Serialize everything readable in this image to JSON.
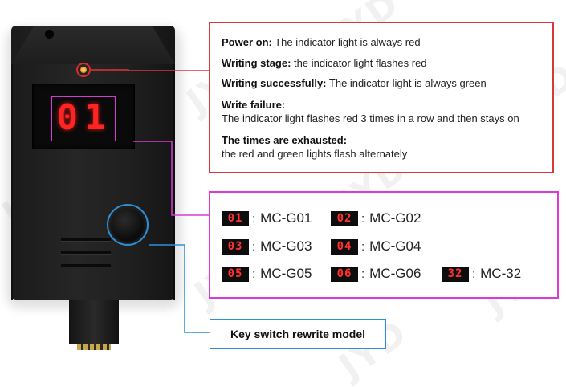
{
  "watermark": "JYD",
  "device": {
    "display_digits": "01"
  },
  "info_panel": {
    "lines": [
      {
        "label": "Power on:",
        "text": " The indicator light is always red"
      },
      {
        "label": "Writing stage:",
        "text": " the indicator light flashes red"
      },
      {
        "label": "Writing successfully:",
        "text": " The indicator light is always green"
      },
      {
        "label": "Write failure:",
        "text": ""
      },
      {
        "label": "",
        "text": "The indicator light flashes red 3 times in a row and then stays on"
      },
      {
        "label": "The times are exhausted:",
        "text": ""
      },
      {
        "label": "",
        "text": "the red and green lights flash alternately"
      }
    ]
  },
  "models": [
    {
      "code": "01",
      "sep": ":",
      "name": "MC-G01"
    },
    {
      "code": "02",
      "sep": ":",
      "name": "MC-G02"
    },
    {
      "code": "03",
      "sep": ":",
      "name": "MC-G03"
    },
    {
      "code": "04",
      "sep": ":",
      "name": "MC-G04"
    },
    {
      "code": "05",
      "sep": ":",
      "name": "MC-G05"
    },
    {
      "code": "06",
      "sep": ":",
      "name": "MC-G06"
    },
    {
      "code": "32",
      "sep": ":",
      "name": "MC-32"
    }
  ],
  "key_switch": {
    "label": "Key switch rewrite model"
  },
  "colors": {
    "indicator_callout": "#d83838",
    "display_callout": "#d93ad9",
    "button_callout": "#2f8fd6",
    "segment_red": "#ff2424"
  }
}
